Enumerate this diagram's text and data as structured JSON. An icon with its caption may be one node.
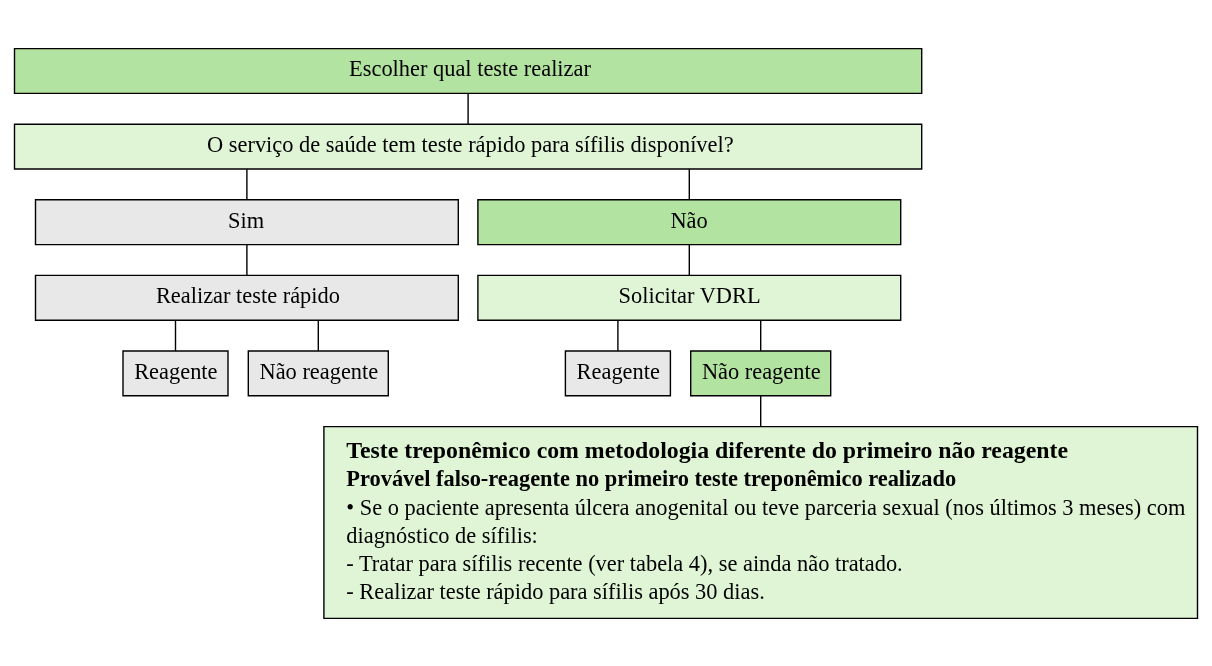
{
  "diagram": {
    "nodes": [
      {
        "text": [
          "Escolher qual teste realizar"
        ]
      },
      {
        "text": [
          "O serviço de saúde tem teste rápido para sífilis disponível?"
        ]
      },
      {
        "text": [
          "Sim"
        ]
      },
      {
        "text": [
          "Não"
        ]
      },
      {
        "text": [
          "Realizar teste rápido"
        ]
      },
      {
        "text": [
          "Solicitar VDRL"
        ]
      },
      {
        "text": [
          "Reagente"
        ]
      },
      {
        "text": [
          "Não reagente"
        ]
      },
      {
        "text": [
          "Reagente"
        ]
      },
      {
        "text": [
          "Não reagente"
        ]
      },
      {
        "text": [
          "Teste treponêmico com metodologia diferente do primeiro não reagente",
          "Provável falso-reagente no primeiro teste treponêmico realizado",
          "• Se o paciente apresenta úlcera anogenital ou teve parceria sexual (nos últimos 3 meses) com diagnóstico de sífilis:",
          "- Tratar para sífilis recente (ver tabela 4), se ainda não tratado.",
          "- Realizar teste rápido para sífilis após 30 dias."
        ]
      }
    ],
    "edges": [
      {
        "from": 0,
        "to": 1,
        "arrow": "none"
      },
      {
        "from": 1,
        "to": 2,
        "arrow": "none"
      },
      {
        "from": 1,
        "to": 3,
        "arrow": "none"
      },
      {
        "from": 2,
        "to": 4,
        "arrow": "none"
      },
      {
        "from": 3,
        "to": 5,
        "arrow": "none"
      },
      {
        "from": 4,
        "to": 6,
        "arrow": "none"
      },
      {
        "from": 4,
        "to": 7,
        "arrow": "none"
      },
      {
        "from": 5,
        "to": 8,
        "arrow": "none"
      },
      {
        "from": 5,
        "to": 9,
        "arrow": "none"
      },
      {
        "from": 9,
        "to": 10,
        "arrow": "none"
      }
    ]
  }
}
